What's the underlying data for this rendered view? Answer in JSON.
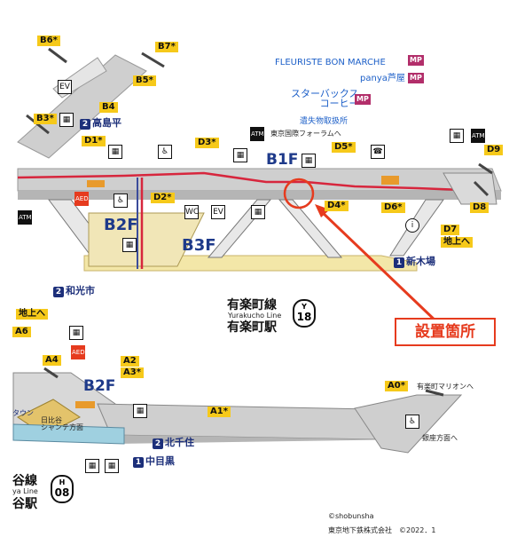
{
  "colors": {
    "floor_b1": "#c9c9c9",
    "floor_b2": "#d9c088",
    "route": "#d7263d",
    "gate": "#1c2f7a",
    "exit": "#f6c91a",
    "callout": "#e63b1e"
  },
  "exits": {
    "b6": "B6*",
    "b7": "B7*",
    "b5": "B5*",
    "b4": "B4",
    "b3": "B3*",
    "d1": "D1*",
    "d2": "D2*",
    "d3": "D3*",
    "d4": "D4*",
    "d5": "D5*",
    "d6": "D6*",
    "d7": "D7",
    "d8": "D8",
    "d9": "D9",
    "a6": "A6",
    "a4": "A4",
    "a2": "A2",
    "a3": "A3*",
    "a1": "A1*",
    "a0": "A0*"
  },
  "labels": {
    "street_access": "地上へ",
    "street_access_left": "地上へ",
    "takashimadaira": "高島平",
    "shin_kiba": "新木場",
    "wakoshi": "和光市",
    "kita_senju": "北千住",
    "naka_meguro": "中目黒",
    "yurakucho_marion": "有楽町マリオンへ",
    "ginza_dir": "銀座方面へ",
    "taun": "タウン",
    "hibiya_chanter": "日比谷\nシャンテ方面"
  },
  "gate_numbers": {
    "takashimadaira": "2",
    "shin_kiba": "1",
    "wakoshi": "2",
    "kita_senju": "2",
    "naka_meguro": "1"
  },
  "floors": {
    "b1f": "B1F",
    "b2f": "B2F",
    "b3f": "B3F",
    "b2f_lower": "B2F"
  },
  "shops": {
    "fleuriste": "FLEURISTE BON MARCHE",
    "panya": "panya芦屋",
    "starbucks": "スターバックス\nコーヒー",
    "lost_found": "遺失物取扱所",
    "forum": "東京国際フォーラムへ",
    "mp": "MP"
  },
  "station": {
    "line_jp": "有楽町線",
    "line_en": "Yurakucho Line",
    "name": "有楽町駅",
    "badge_letter": "Y",
    "badge_number": "18"
  },
  "hibiya": {
    "line_jp": "谷線",
    "line_en": "ya Line",
    "name": "谷駅",
    "badge_letter": "H",
    "badge_number": "08"
  },
  "callout": {
    "text": "設置箇所"
  },
  "footer": {
    "copyright": "©shobunsha",
    "company": "東京地下鉄株式会社　©2022．1"
  },
  "icons": {
    "aed": "AED",
    "atm": "ATM",
    "elevator": "EV",
    "toilet": "WC",
    "wheelchair": "♿",
    "phone": "☎",
    "info": "i",
    "locker": "▦"
  }
}
